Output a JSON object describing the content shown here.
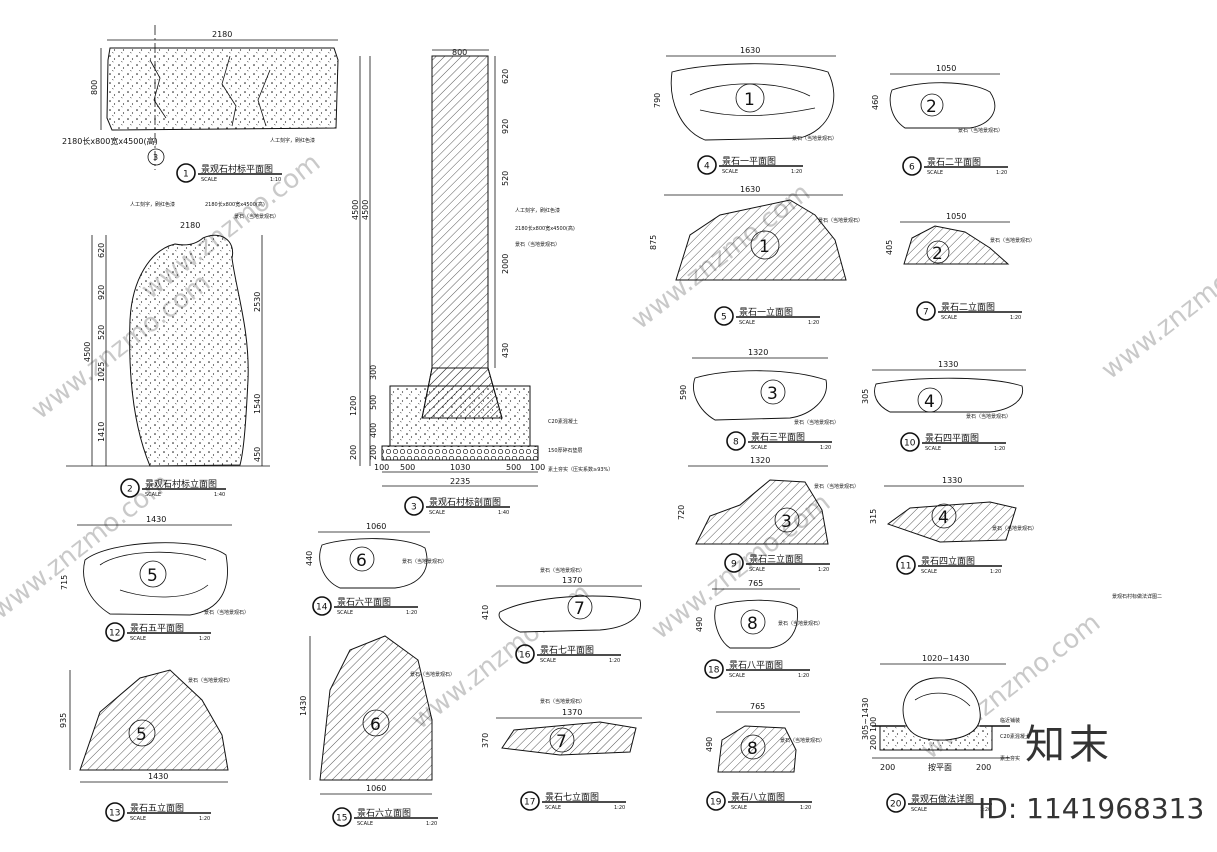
{
  "watermark": {
    "text": "www.znzmo.com",
    "brand": "知末",
    "id_text": "ID: 1141968313"
  },
  "sheet_title": "景观石村标做法详图二",
  "common": {
    "scale_word": "SCALE",
    "stone_note": "景石（当地景观石）"
  },
  "plate": {
    "size_note": "2180长x800宽x4500(高)",
    "carve_note": "人工刻字，刷红色漆",
    "c20_note": "C20素混凝土",
    "gravel_note": "150厚碎石垫层",
    "soil_note": "素土夯实（压实系数≥93%）"
  },
  "dims": {
    "p1_w": "2180",
    "p1_h": "800",
    "p2_w": "2180",
    "p2_l": [
      "620",
      "920",
      "520",
      "1025",
      "1410"
    ],
    "p2_total": "4500",
    "p2_r": [
      "2530",
      "1540",
      "450"
    ],
    "p3_w": "800",
    "p3_h1": "4500",
    "p3_h2": "4500",
    "p3_r": [
      "620",
      "920",
      "520",
      "2000",
      "430"
    ],
    "p3_b": [
      "300",
      "500",
      "400",
      "200"
    ],
    "p3_bl": [
      "1200",
      "200"
    ],
    "p3_bot": [
      "100",
      "500",
      "1030",
      "500",
      "100"
    ],
    "p3_total": "2235",
    "s1w": "1630",
    "s1h": "790",
    "s1ew": "1630",
    "s1eh": "875",
    "s2w": "1050",
    "s2h": "460",
    "s2ew": "1050",
    "s2eh": "405",
    "s3w": "1320",
    "s3h": "590",
    "s3ew": "1320",
    "s3eh": "720",
    "s4w": "1330",
    "s4h": "305",
    "s4ew": "1330",
    "s4eh": "315",
    "s5w": "1430",
    "s5h": "715",
    "s5ew": "1430",
    "s5eh": "935",
    "s6w": "1060",
    "s6h": "440",
    "s6ew": "1060",
    "s6eh": "1430",
    "s7w": "1370",
    "s7h": "410",
    "s7ew": "1370",
    "s7eh": "370",
    "s8w": "765",
    "s8h": "490",
    "s8ew": "765",
    "s8eh": "490",
    "d20w": "1020~1430",
    "d20h": "305~1430",
    "d20b": [
      "200",
      "按平面",
      "200"
    ],
    "d20l": [
      "200",
      "100"
    ]
  },
  "stones": [
    "1",
    "2",
    "3",
    "4",
    "5",
    "6",
    "7",
    "8"
  ],
  "section_marker": "3",
  "captions": [
    {
      "n": "1",
      "t": "景观石村标平面图",
      "s": "1:10"
    },
    {
      "n": "2",
      "t": "景观石村标立面图",
      "s": "1:40"
    },
    {
      "n": "3",
      "t": "景观石村标剖面图",
      "s": "1:40"
    },
    {
      "n": "4",
      "t": "景石一平面图",
      "s": "1:20"
    },
    {
      "n": "5",
      "t": "景石一立面图",
      "s": "1:20"
    },
    {
      "n": "6",
      "t": "景石二平面图",
      "s": "1:20"
    },
    {
      "n": "7",
      "t": "景石二立面图",
      "s": "1:20"
    },
    {
      "n": "8",
      "t": "景石三平面图",
      "s": "1:20"
    },
    {
      "n": "9",
      "t": "景石三立面图",
      "s": "1:20"
    },
    {
      "n": "10",
      "t": "景石四平面图",
      "s": "1:20"
    },
    {
      "n": "11",
      "t": "景石四立面图",
      "s": "1:20"
    },
    {
      "n": "12",
      "t": "景石五平面图",
      "s": "1:20"
    },
    {
      "n": "13",
      "t": "景石五立面图",
      "s": "1:20"
    },
    {
      "n": "14",
      "t": "景石六平面图",
      "s": "1:20"
    },
    {
      "n": "15",
      "t": "景石六立面图",
      "s": "1:20"
    },
    {
      "n": "16",
      "t": "景石七平面图",
      "s": "1:20"
    },
    {
      "n": "17",
      "t": "景石七立面图",
      "s": "1:20"
    },
    {
      "n": "18",
      "t": "景石八平面图",
      "s": "1:20"
    },
    {
      "n": "19",
      "t": "景石八立面图",
      "s": "1:20"
    },
    {
      "n": "20",
      "t": "景观石做法详图",
      "s": "1:20"
    }
  ],
  "d20_notes": {
    "n1": "临近铺装",
    "n2": "C20素混凝土",
    "n3": "素土夯实"
  },
  "colors": {
    "line": "#111111",
    "watermark": "#c9c9c9"
  }
}
